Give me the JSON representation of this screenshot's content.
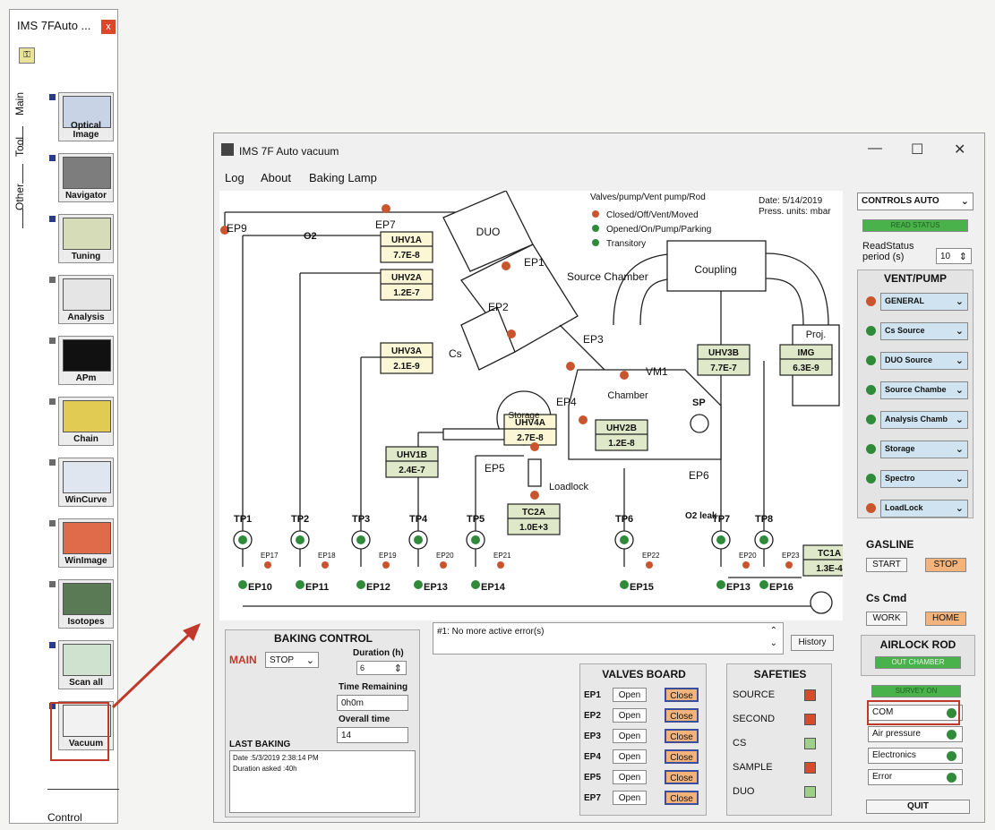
{
  "toolbox": {
    "title": "IMS 7FAuto ...",
    "close": "x",
    "tabs": [
      "Main",
      "Tool",
      "Other"
    ],
    "tools": [
      {
        "label": "Optical Image",
        "dot": "#2a3b8f"
      },
      {
        "label": "Navigator",
        "dot": "#2a3b8f"
      },
      {
        "label": "Tuning",
        "dot": "#2a3b8f"
      },
      {
        "label": "Analysis",
        "dot": "#6a6a6a"
      },
      {
        "label": "APm",
        "dot": "#6a6a6a"
      },
      {
        "label": "Chain",
        "dot": "#6a6a6a"
      },
      {
        "label": "WinCurve",
        "dot": "#6a6a6a"
      },
      {
        "label": "WinImage",
        "dot": "#6a6a6a"
      },
      {
        "label": "Isotopes",
        "dot": "#6a6a6a"
      },
      {
        "label": "Scan all",
        "dot": "#2a3b8f"
      },
      {
        "label": "Vacuum",
        "dot": "#2a3b8f"
      }
    ],
    "bottom_tab": "Control"
  },
  "window": {
    "title": "IMS 7F Auto vacuum",
    "minimize": "—",
    "maximize": "☐",
    "close": "✕",
    "menu": [
      "Log",
      "About",
      "Baking Lamp"
    ]
  },
  "legend": {
    "title": "Valves/pump/Vent pump/Rod",
    "closed": "Closed/Off/Vent/Moved",
    "opened": "Opened/On/Pump/Parking",
    "transitory": "Transitory"
  },
  "date": "Date:  5/14/2019",
  "units": "Press. units: mbar",
  "gauges": [
    {
      "name": "UHV1A",
      "value": "7.7E-8"
    },
    {
      "name": "UHV2A",
      "value": "1.2E-7"
    },
    {
      "name": "UHV3A",
      "value": "2.1E-9"
    },
    {
      "name": "UHV1B",
      "value": "2.4E-7"
    },
    {
      "name": "UHV4A",
      "value": "2.7E-8"
    },
    {
      "name": "UHV2B",
      "value": "1.2E-8"
    },
    {
      "name": "UHV3B",
      "value": "7.7E-7"
    },
    {
      "name": "IMG",
      "value": "6.3E-9"
    },
    {
      "name": "TC2A",
      "value": "1.0E+3"
    },
    {
      "name": "TC1A",
      "value": "1.3E-4"
    }
  ],
  "labels": {
    "duo": "DUO",
    "source_chamber": "Source Chamber",
    "coupling": "Coupling",
    "proj": "Proj.",
    "chamber": "Chamber",
    "storage": "Storage",
    "loadlock": "Loadlock",
    "cs": "Cs",
    "o2": "O2",
    "o2leak": "O2 leak",
    "sp": "SP",
    "ep": [
      "EP1",
      "EP2",
      "EP3",
      "EP4",
      "EP5",
      "EP6",
      "EP7",
      "EP9",
      "VM1"
    ],
    "tp": [
      "TP1",
      "TP2",
      "TP3",
      "TP4",
      "TP5",
      "TP6",
      "TP7",
      "TP8"
    ],
    "ep_small": [
      "EP17",
      "EP18",
      "EP19",
      "EP20",
      "EP21",
      "EP22",
      "EP20",
      "EP23"
    ],
    "ep_bottom": [
      "EP10",
      "EP11",
      "EP12",
      "EP13",
      "EP14",
      "EP15",
      "EP13",
      "EP16"
    ]
  },
  "right": {
    "controls": "CONTROLS AUTO",
    "readstatus_btn": "READ STATUS",
    "readstatus_label": "ReadStatus period (s)",
    "readstatus_value": "10",
    "vent_pump": "VENT/PUMP",
    "vent_items": [
      {
        "label": "GENERAL",
        "state": "closed"
      },
      {
        "label": "Cs Source",
        "state": "open"
      },
      {
        "label": "DUO Source",
        "state": "open"
      },
      {
        "label": "Source Chambe",
        "state": "open"
      },
      {
        "label": "Analysis Chamb",
        "state": "open"
      },
      {
        "label": "Storage",
        "state": "open"
      },
      {
        "label": "Spectro",
        "state": "open"
      },
      {
        "label": "LoadLock",
        "state": "closed"
      }
    ],
    "gasline": "GASLINE",
    "gas_start": "START",
    "gas_stop": "STOP",
    "cs_cmd": "Cs Cmd",
    "work": "WORK",
    "home": "HOME",
    "airlock": "AIRLOCK ROD",
    "out_chamber": "OUT CHAMBER",
    "survey": "SURVEY ON",
    "status_items": [
      "COM",
      "Air pressure",
      "Electronics",
      "Error"
    ],
    "quit": "QUIT"
  },
  "baking": {
    "title": "BAKING CONTROL",
    "main": "MAIN",
    "mode": "STOP",
    "duration_label": "Duration (h)",
    "duration": "6",
    "time_remaining_label": "Time Remaining",
    "time_remaining": "0h0m",
    "overall_label": "Overall time",
    "overall": "14",
    "last_label": "LAST BAKING",
    "last_date": "Date          :5/3/2019 2:38:14 PM",
    "last_duration": "Duration asked :40h"
  },
  "errors": {
    "message": "#1: No more active error(s)",
    "history": "History"
  },
  "valves_board": {
    "title": "VALVES BOARD",
    "rows": [
      "EP1",
      "EP2",
      "EP3",
      "EP4",
      "EP5",
      "EP7"
    ],
    "open": "Open",
    "close": "Close"
  },
  "safeties": {
    "title": "SAFETIES",
    "items": [
      {
        "label": "SOURCE",
        "color": "#d84a2c"
      },
      {
        "label": "SECOND",
        "color": "#d84a2c"
      },
      {
        "label": "CS",
        "color": "#9fd08a"
      },
      {
        "label": "SAMPLE",
        "color": "#d84a2c"
      },
      {
        "label": "DUO",
        "color": "#9fd08a"
      }
    ]
  }
}
